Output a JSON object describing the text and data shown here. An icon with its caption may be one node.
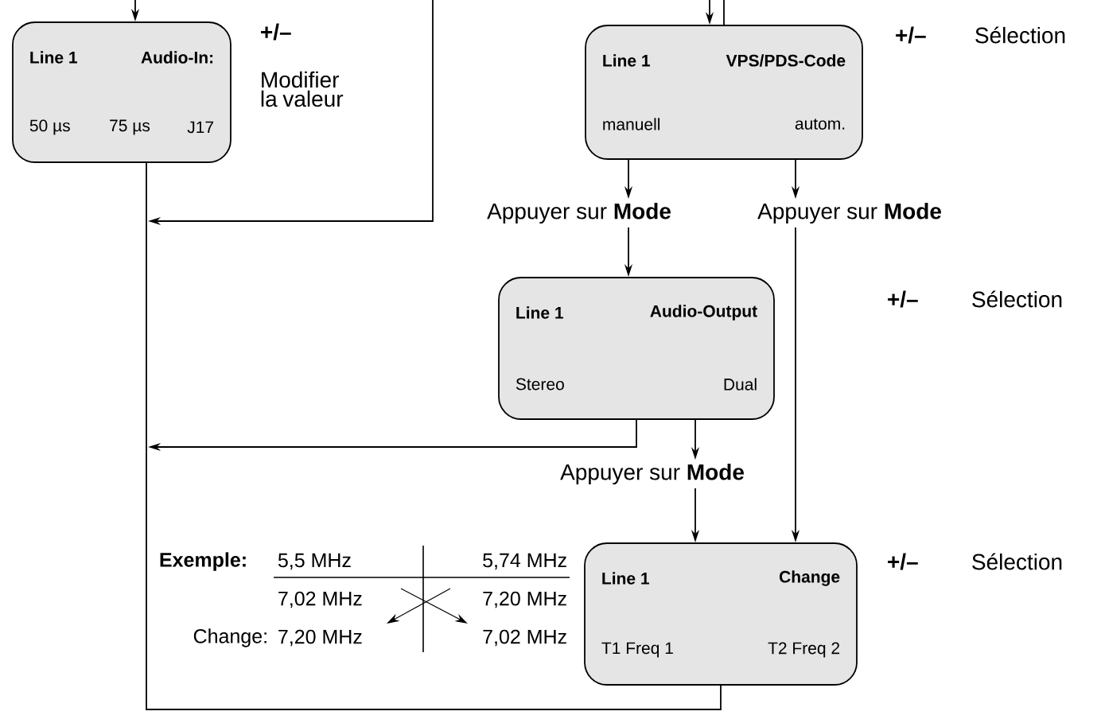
{
  "diagram": {
    "nodes": [
      {
        "text": [
          "Line 1",
          "Audio-In:",
          "50 µs",
          "75 µs",
          "J17"
        ],
        "beside": [
          "+/–",
          "Modifier la valeur"
        ]
      },
      {
        "text": [
          "Line 1",
          "VPS/PDS-Code",
          "manuell",
          "autom."
        ],
        "beside": [
          "+/–",
          "Sélection"
        ]
      },
      {
        "text": [
          "Appuyer sur **Mode**"
        ]
      },
      {
        "text": [
          "Appuyer sur **Mode**"
        ]
      },
      {
        "text": [
          "Line 1",
          "Audio-Output",
          "Stereo",
          "Dual"
        ],
        "beside": [
          "+/–",
          "Sélection"
        ]
      },
      {
        "text": [
          "Appuyer sur **Mode**"
        ]
      },
      {
        "text": [
          "Line 1",
          "Change",
          "T1 Freq 1",
          "T2 Freq 2"
        ],
        "beside": [
          "+/–",
          "Sélection"
        ]
      }
    ],
    "edges": [
      {
        "from": null,
        "to": 0,
        "arrow": "to"
      },
      {
        "from": null,
        "to": 1,
        "arrow": "to"
      },
      {
        "from": 1,
        "to": null,
        "arrow": "none"
      },
      {
        "from": 1,
        "to": 2,
        "arrow": "to"
      },
      {
        "from": 1,
        "to": 3,
        "arrow": "to"
      },
      {
        "from": 2,
        "to": 4,
        "arrow": "to"
      },
      {
        "from": 3,
        "to": 6,
        "arrow": "to"
      },
      {
        "from": 4,
        "to": 5,
        "arrow": "to"
      },
      {
        "from": 5,
        "to": 6,
        "arrow": "to"
      },
      {
        "from": 4,
        "to": null,
        "arrow": "to"
      },
      {
        "from": 6,
        "to": 0,
        "arrow": "none"
      }
    ],
    "labels": [
      "Exemple:",
      "5,5 MHz",
      "5,74 MHz",
      "7,02 MHz",
      "7,20 MHz",
      "Change:",
      "7,20 MHz",
      "7,02 MHz"
    ]
  }
}
